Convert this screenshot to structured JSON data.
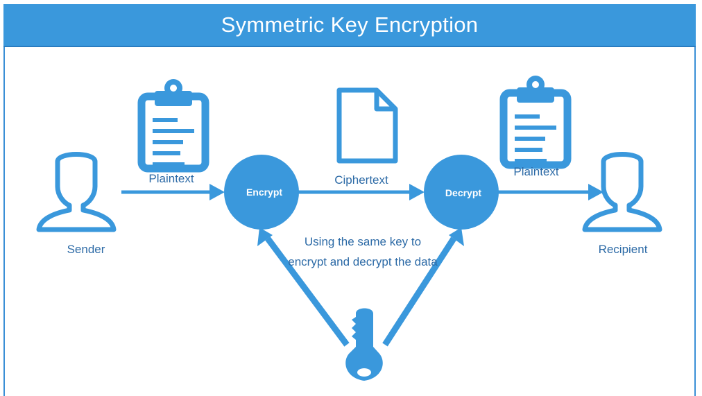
{
  "title": "Symmetric Key Encryption",
  "labels": {
    "sender": "Sender",
    "recipient": "Recipient",
    "plaintext_left": "Plaintext",
    "ciphertext": "Ciphertext",
    "plaintext_right": "Plaintext",
    "encrypt": "Encrypt",
    "decrypt": "Decrypt",
    "note": "Using the same key to encrypt and decrypt the data"
  },
  "icons": {
    "sender": "person-icon",
    "recipient": "person-icon",
    "plaintext_left": "clipboard-icon",
    "ciphertext": "document-icon",
    "plaintext_right": "clipboard-icon",
    "key": "key-icon"
  },
  "colors": {
    "primary": "#3a98dc",
    "text": "#2c6aa6",
    "white": "#ffffff"
  }
}
